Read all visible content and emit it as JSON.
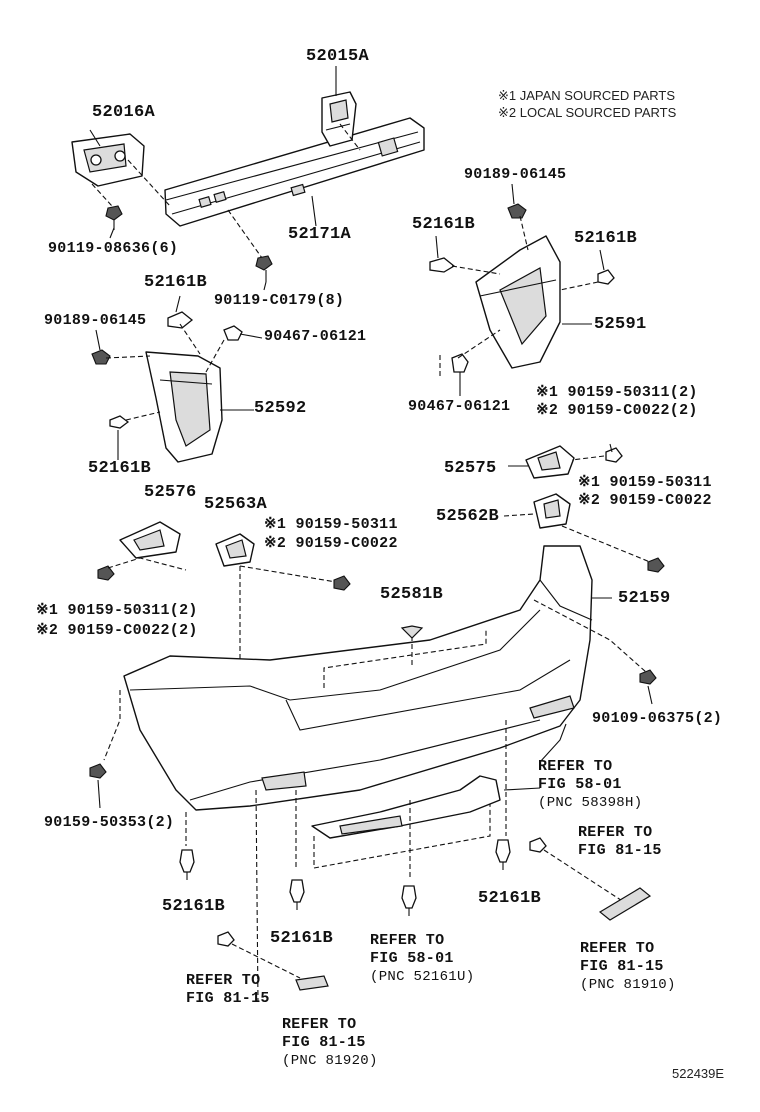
{
  "legend": {
    "note1": "※1 JAPAN SOURCED PARTS",
    "note2": "※2 LOCAL SOURCED PARTS"
  },
  "labels": {
    "p52015A": "52015A",
    "p52016A": "52016A",
    "p52171A": "52171A",
    "p90119_08636": "90119-08636(6)",
    "p90119_C0179": "90119-C0179(8)",
    "p52161B_top_l": "52161B",
    "p90189_06145_l": "90189-06145",
    "p90467_06121_l": "90467-06121",
    "p52592": "52592",
    "p52161B_l_low": "52161B",
    "p90189_06145_r": "90189-06145",
    "p52161B_r_a": "52161B",
    "p52161B_r_b": "52161B",
    "p52591": "52591",
    "p90467_06121_r": "90467-06121",
    "p52575_n1": "※1 90159-50311(2)",
    "p52575_n2": "※2 90159-C0022(2)",
    "p52575": "52575",
    "p52562B_n1": "※1 90159-50311",
    "p52562B_n2": "※2 90159-C0022",
    "p52562B": "52562B",
    "p52576": "52576",
    "p52563A": "52563A",
    "p52563A_n1": "※1 90159-50311",
    "p52563A_n2": "※2 90159-C0022",
    "p52576_n1": "※1 90159-50311(2)",
    "p52576_n2": "※2 90159-C0022(2)",
    "p52581B": "52581B",
    "p52159": "52159",
    "p90109_06375": "90109-06375(2)",
    "p90159_50353": "90159-50353(2)",
    "ref1_a": "REFER TO",
    "ref1_b": "FIG 58-01",
    "ref1_c": "(PNC 58398H)",
    "ref2_a": "REFER TO",
    "ref2_b": "FIG 81-15",
    "p52161B_bl": "52161B",
    "p52161B_bm": "52161B",
    "p52161B_br": "52161B",
    "ref3_a": "REFER TO",
    "ref3_b": "FIG 58-01",
    "ref3_c": "(PNC 52161U)",
    "ref4_a": "REFER TO",
    "ref4_b": "FIG 81-15",
    "ref4_c": "(PNC 81910)",
    "ref5_a": "REFER TO",
    "ref5_b": "FIG 81-15",
    "ref6_a": "REFER TO",
    "ref6_b": "FIG 81-15",
    "ref6_c": "(PNC 81920)",
    "figure_id": "522439E"
  }
}
